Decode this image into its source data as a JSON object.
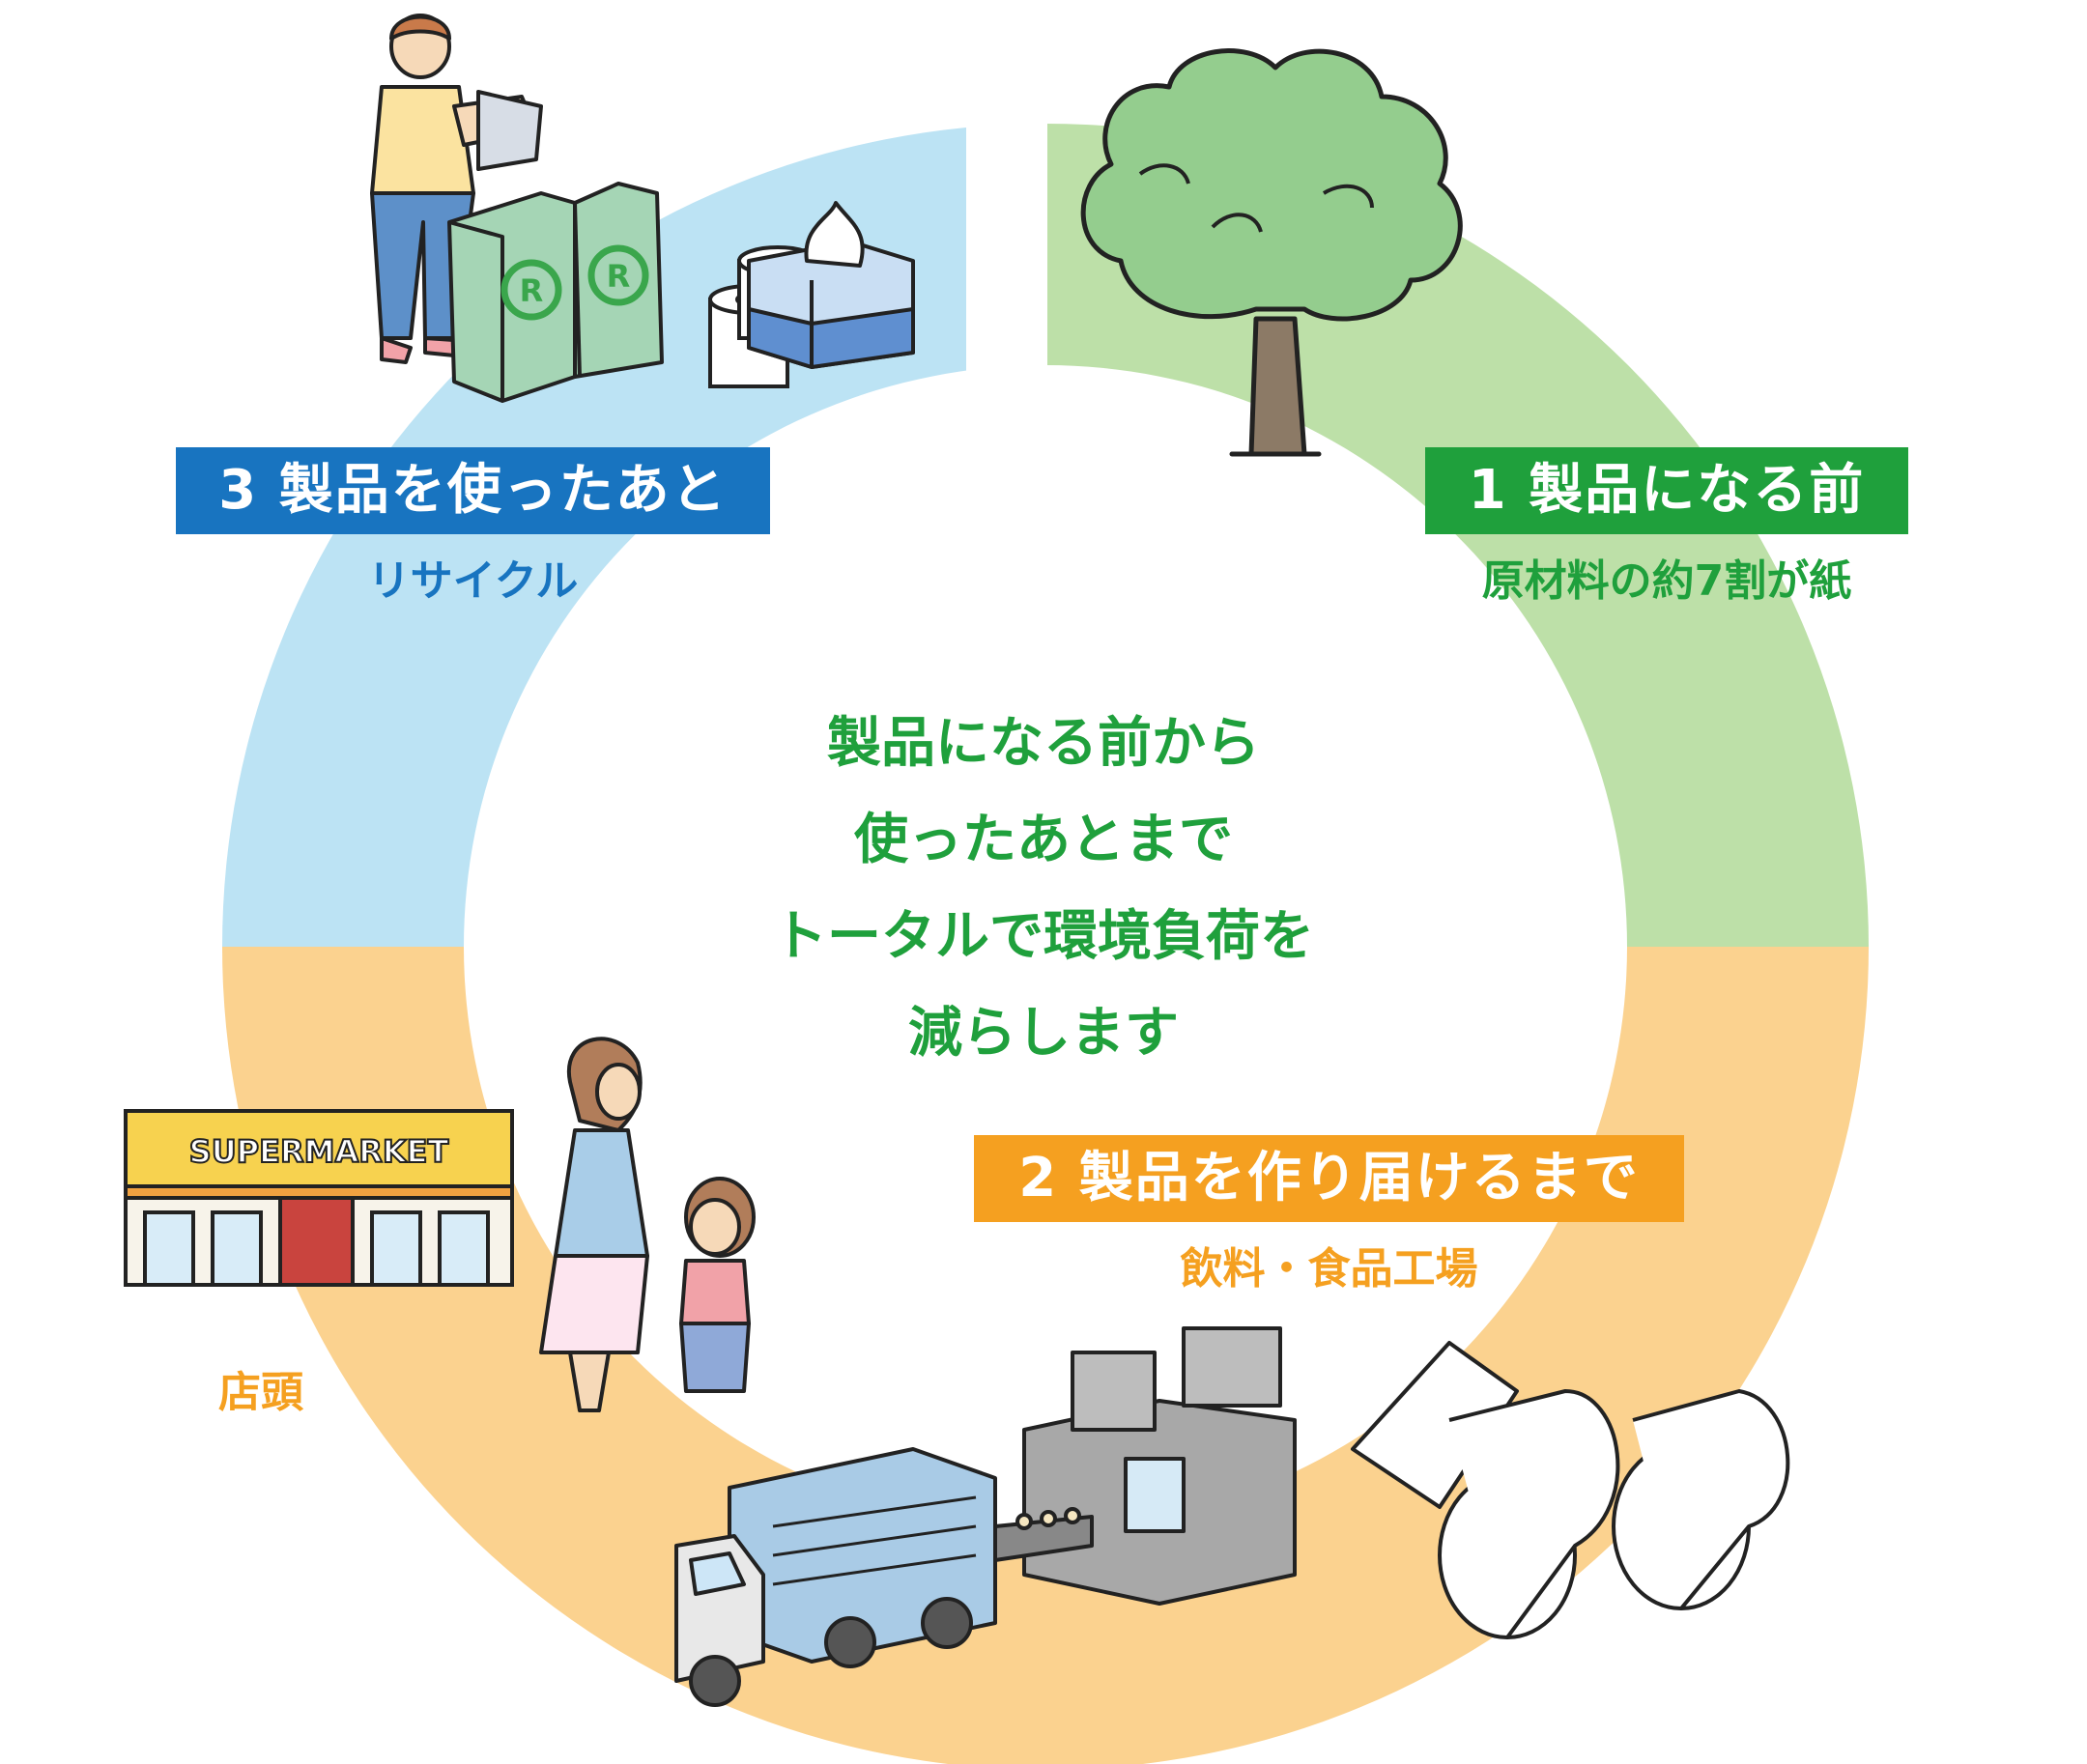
{
  "colors": {
    "green_ring": "#bde0a8",
    "blue_ring": "#bce3f4",
    "orange_ring": "#fbd28f",
    "green_accent": "#1fa03c",
    "blue_accent": "#1874c0",
    "orange_accent": "#f5a020",
    "tree_foliage": "#94cd8e",
    "tree_trunk": "#8c7a66",
    "bin_green": "#a5d5b5",
    "truck_blue": "#a9cbe6",
    "machine_gray": "#a8a8a8"
  },
  "stage1": {
    "title": "1 製品になる前",
    "subtitle": "原材料の約7割が紙",
    "icon": "tree-icon"
  },
  "stage2": {
    "title": "2 製品を作り届けるまで",
    "subtitle": "飲料・食品工場",
    "icons": [
      "paper-roll-icon",
      "factory-machine-icon",
      "truck-icon"
    ]
  },
  "stage3": {
    "title": "3 製品を使ったあと",
    "subtitle": "リサイクル",
    "icons": [
      "person-recycling-icon",
      "recycle-bin-icon",
      "tissue-box-icon",
      "toilet-roll-icon"
    ]
  },
  "store": {
    "label": "店頭",
    "sign": "SUPERMARKET",
    "icons": [
      "supermarket-icon",
      "mother-child-icon"
    ]
  },
  "center": {
    "lines": [
      "製品になる前から",
      "使ったあとまで",
      "トータルで環境負荷を",
      "減らします"
    ]
  }
}
